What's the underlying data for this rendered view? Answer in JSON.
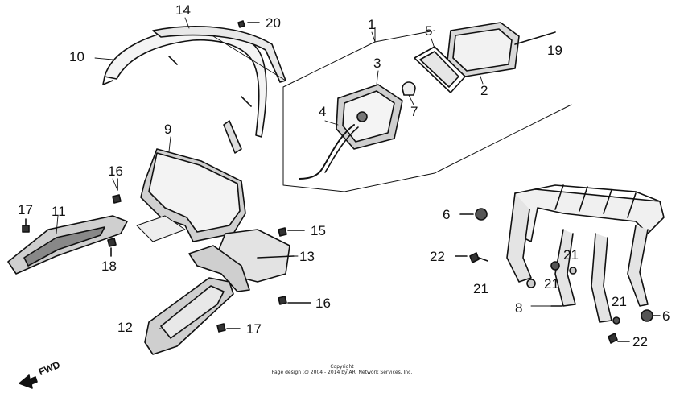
{
  "diagram": {
    "callouts": [
      {
        "id": "c1",
        "label": "1"
      },
      {
        "id": "c2",
        "label": "2"
      },
      {
        "id": "c3",
        "label": "3"
      },
      {
        "id": "c4",
        "label": "4"
      },
      {
        "id": "c5",
        "label": "5"
      },
      {
        "id": "c6a",
        "label": "6"
      },
      {
        "id": "c6b",
        "label": "6"
      },
      {
        "id": "c7",
        "label": "7"
      },
      {
        "id": "c8",
        "label": "8"
      },
      {
        "id": "c9",
        "label": "9"
      },
      {
        "id": "c10",
        "label": "10"
      },
      {
        "id": "c11",
        "label": "11"
      },
      {
        "id": "c12",
        "label": "12"
      },
      {
        "id": "c13",
        "label": "13"
      },
      {
        "id": "c14",
        "label": "14"
      },
      {
        "id": "c15",
        "label": "15"
      },
      {
        "id": "c16a",
        "label": "16"
      },
      {
        "id": "c16b",
        "label": "16"
      },
      {
        "id": "c17a",
        "label": "17"
      },
      {
        "id": "c17b",
        "label": "17"
      },
      {
        "id": "c18",
        "label": "18"
      },
      {
        "id": "c19",
        "label": "19"
      },
      {
        "id": "c20",
        "label": "20"
      },
      {
        "id": "c21a",
        "label": "21"
      },
      {
        "id": "c21b",
        "label": "21"
      },
      {
        "id": "c21c",
        "label": "21"
      },
      {
        "id": "c21d",
        "label": "21"
      },
      {
        "id": "c22a",
        "label": "22"
      },
      {
        "id": "c22b",
        "label": "22"
      }
    ],
    "copyright_line1": "Copyright",
    "copyright_line2": "Page design (c) 2004 - 2014 by ARI Network Services, Inc.",
    "fwd_label": "FWD",
    "line_color": "#111111",
    "background": "#ffffff"
  }
}
